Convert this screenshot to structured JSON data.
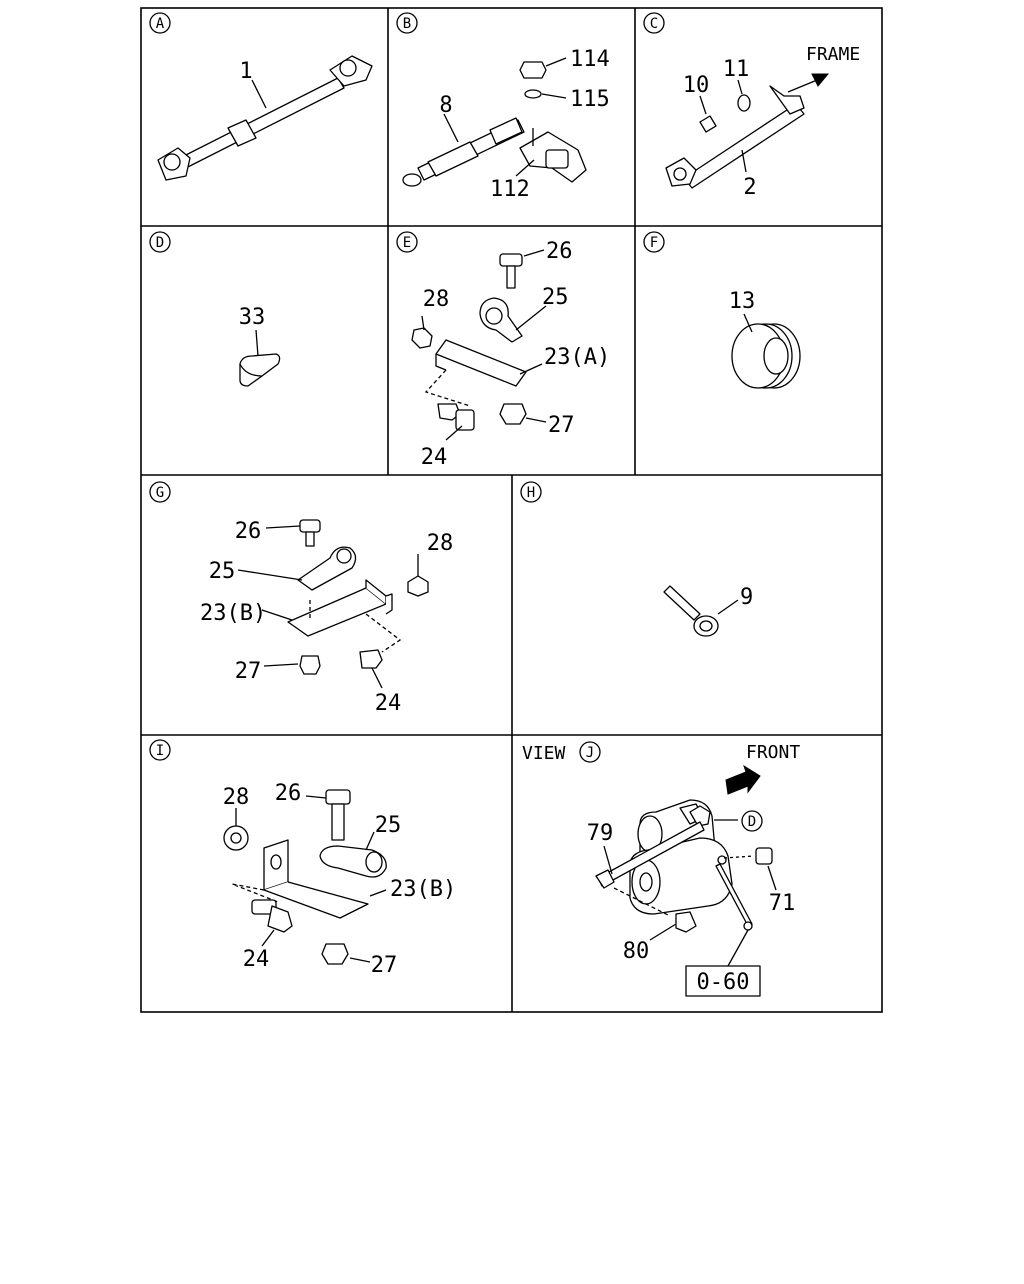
{
  "panels": {
    "A": {
      "letter": "A",
      "labels": {
        "cable": "1"
      }
    },
    "B": {
      "letter": "B",
      "labels": {
        "cable": "8",
        "nut": "114",
        "washer": "115",
        "terminal": "112"
      }
    },
    "C": {
      "letter": "C",
      "labels": {
        "bolt": "10",
        "washer": "11",
        "cable": "2"
      },
      "direction": "FRAME"
    },
    "D": {
      "letter": "D",
      "labels": {
        "cap": "33"
      }
    },
    "E": {
      "letter": "E",
      "labels": {
        "bolt_top": "26",
        "clip": "25",
        "nut_left": "28",
        "bracket": "23(A)",
        "nut_bottom": "27",
        "bolt_bottom": "24"
      }
    },
    "F": {
      "letter": "F",
      "labels": {
        "grommet": "13"
      }
    },
    "G": {
      "letter": "G",
      "labels": {
        "bolt_top": "26",
        "nut_right": "28",
        "clip": "25",
        "bracket": "23(B)",
        "nut_bottom": "27",
        "bolt_bottom": "24"
      }
    },
    "H": {
      "letter": "H",
      "labels": {
        "clamp": "9"
      }
    },
    "I": {
      "letter": "I",
      "labels": {
        "nut_left": "28",
        "bolt_top": "26",
        "clip": "25",
        "bracket": "23(B)",
        "bolt_bottom": "24",
        "nut_bottom": "27"
      }
    },
    "J": {
      "letter": "J",
      "view_label": "VIEW",
      "direction": "FRONT",
      "callout": "D",
      "labels": {
        "cable": "79",
        "bolt_right": "71",
        "bolt_bottom": "80"
      },
      "reference": "0-60"
    }
  }
}
